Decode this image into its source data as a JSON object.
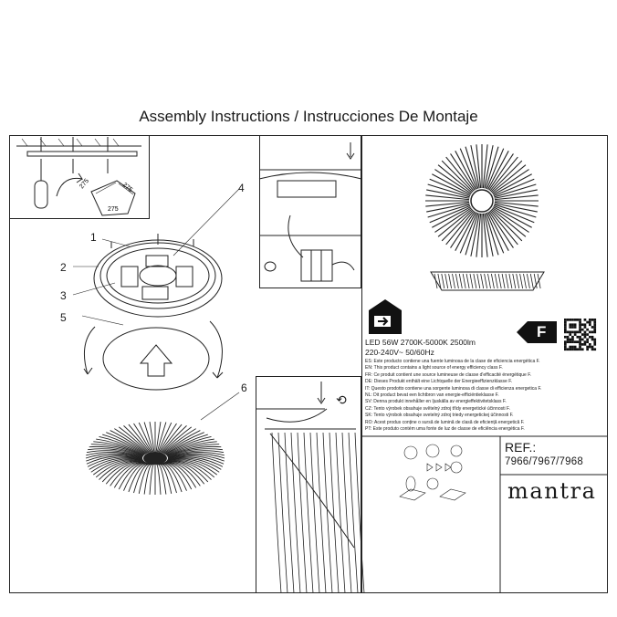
{
  "header": {
    "title": "Assembly Instructions / Instrucciones De Montaje"
  },
  "steps": [
    "1",
    "2",
    "3",
    "4",
    "5",
    "6"
  ],
  "dimensions": {
    "hole_spacing": "275"
  },
  "specs": {
    "power": "LED 56W",
    "color_temp": "2700K-5000K",
    "lumens": "2500lm",
    "voltage": "220-240V~",
    "frequency": "50/60Hz",
    "energy_class": "F"
  },
  "energy_statements": [
    "ES: Este producto contiene una fuente luminosa de la clase de eficiencia energética F.",
    "EN: This product contains a light source of energy efficiency class F.",
    "FR: Ce produit contient une source lumineuse de classe d'efficacité énergétique F.",
    "DE: Dieses Produkt enthält eine Lichtquelle der Energieeffizienzklasse F.",
    "IT: Questo prodotto contiene una sorgente luminosa di classe di efficienza energetica F.",
    "NL: Dit product bevat een lichtbron van energie-efficiëntieklasse F.",
    "SV: Denna produkt innehåller en ljuskälla av energieffektivitetsklass F.",
    "CZ: Tento výrobek obsahuje světelný zdroj třídy energetické účinnosti F.",
    "SK: Tento výrobok obsahuje svetelný zdroj triedy energetickej účinnosti F.",
    "RO: Acest produs conține o sursă de lumină de clasă de eficiență energetică F.",
    "PT: Este produto contém uma fonte de luz de classe de eficiência energética F."
  ],
  "reference": {
    "label": "REF.:",
    "numbers": "7966/7967/7968"
  },
  "brand": {
    "name": "mantra"
  },
  "icons": {
    "energy": "house-arrow-icon",
    "qr": "qr-code-icon",
    "rotate": "rotate-icon",
    "down": "arrow-down-icon"
  }
}
